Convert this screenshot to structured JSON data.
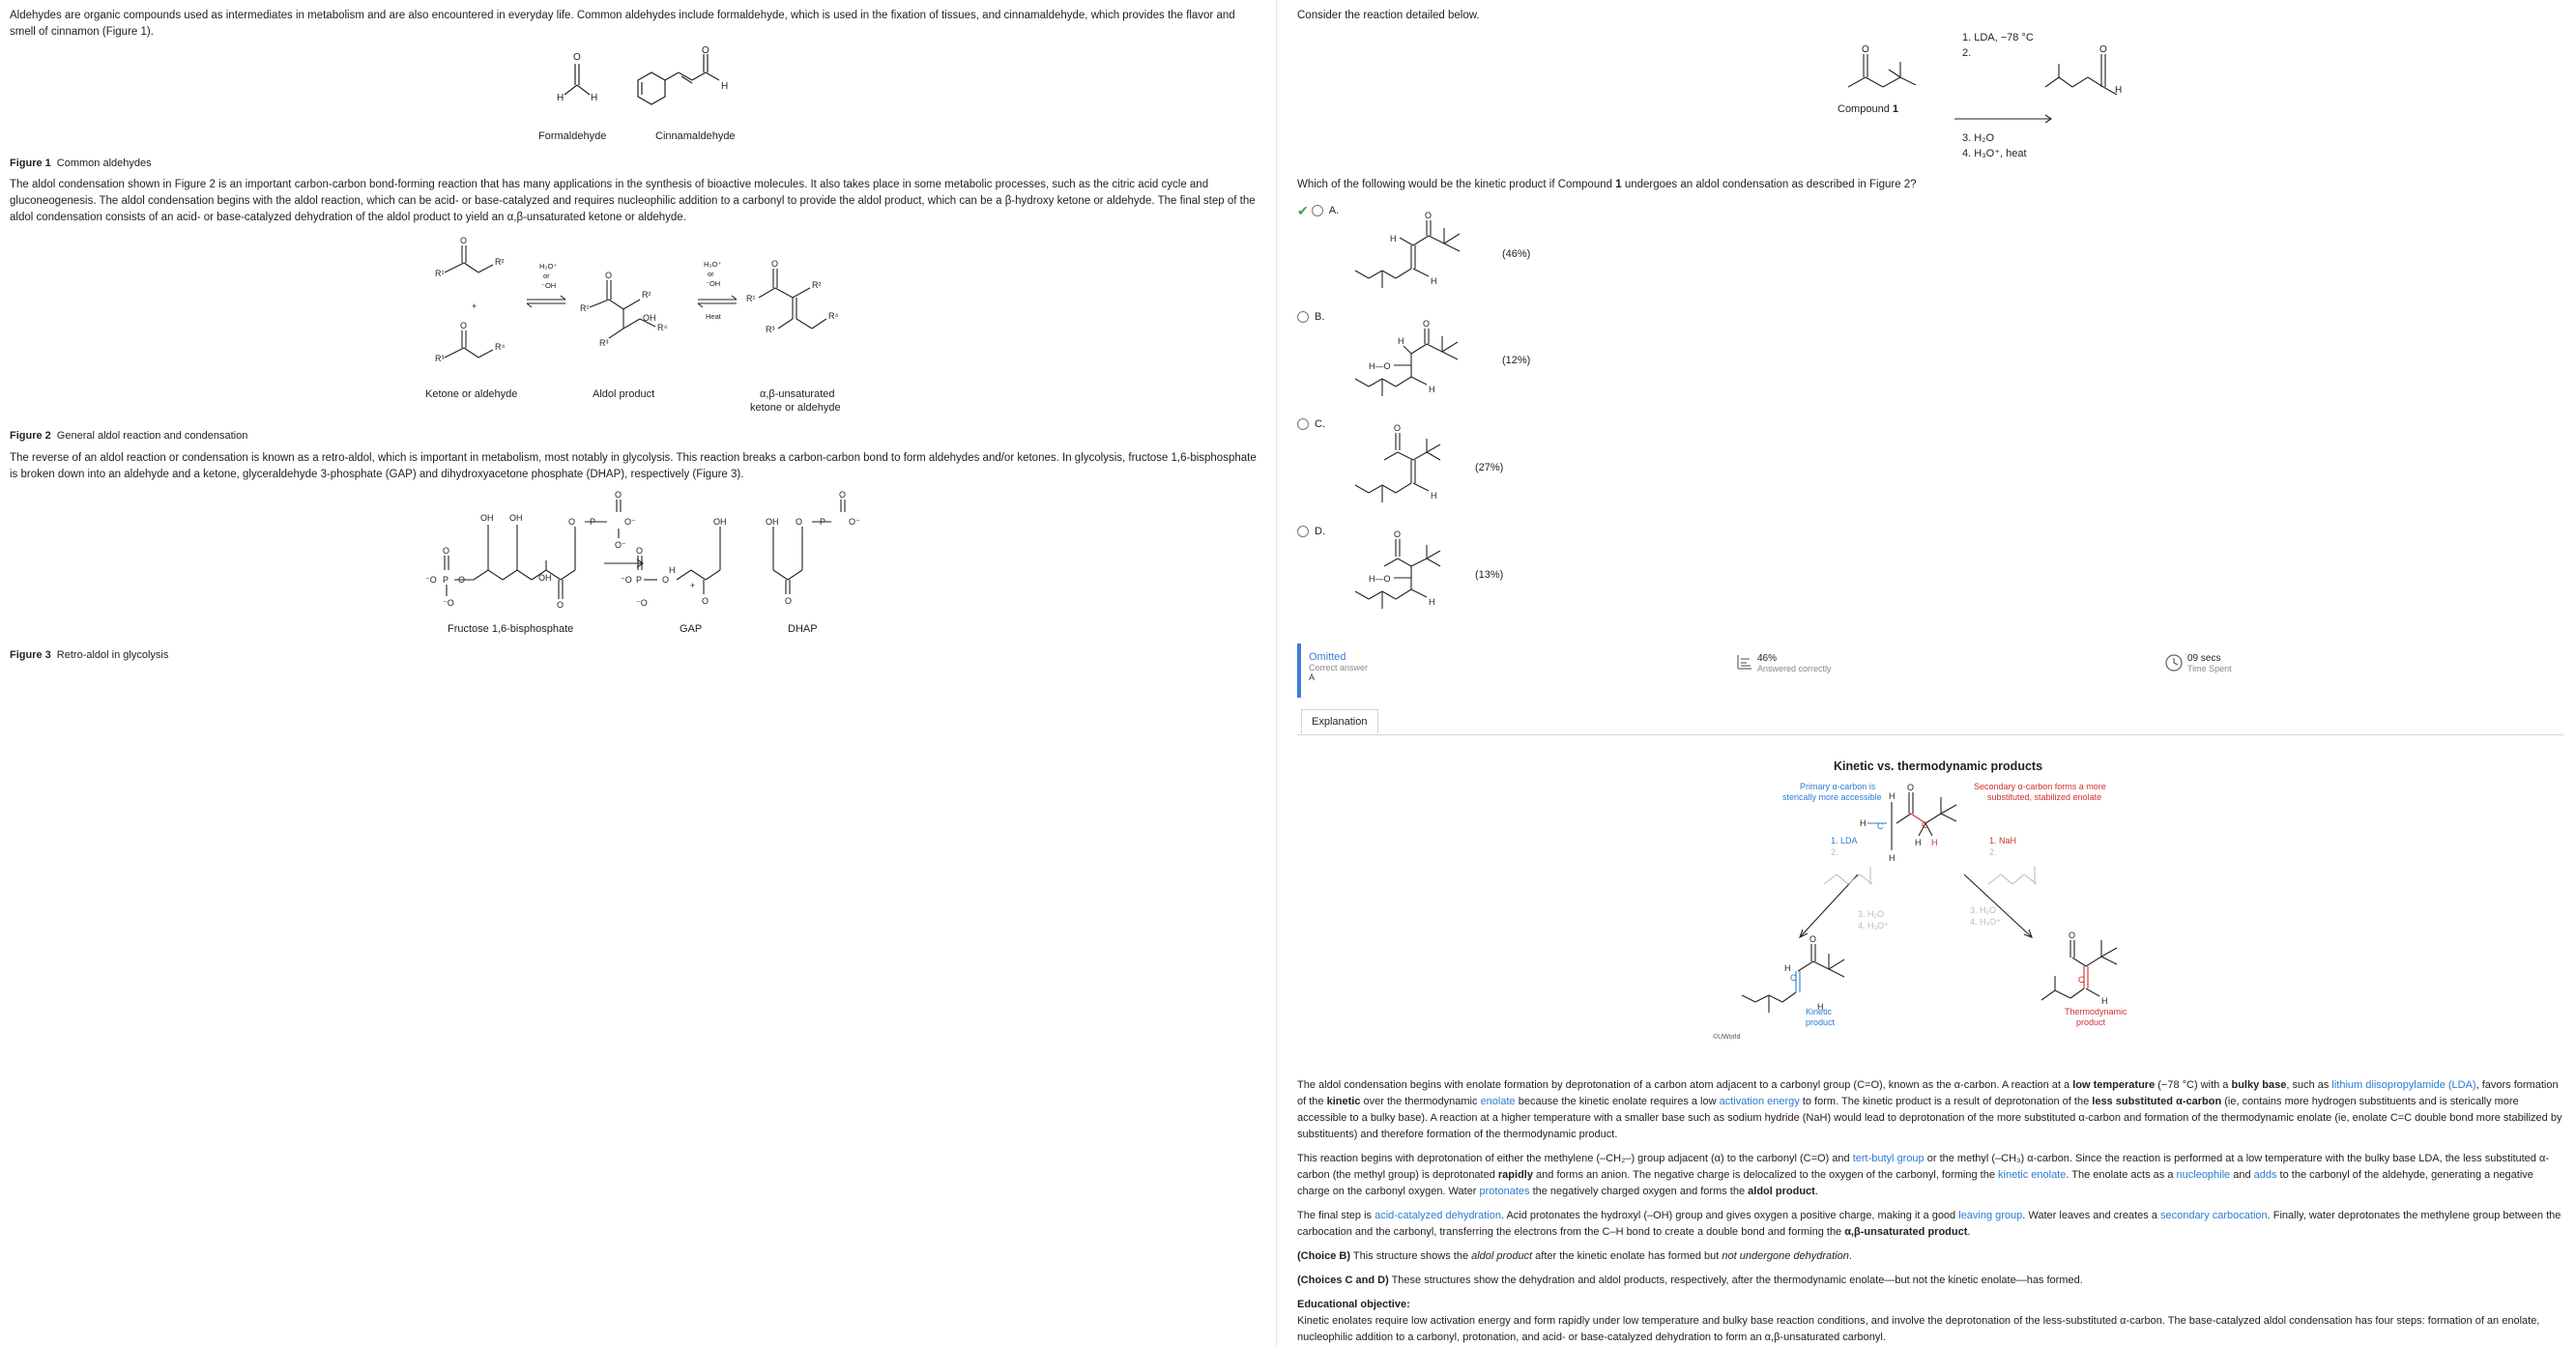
{
  "left": {
    "intro": "Aldehydes are organic compounds used as intermediates in metabolism and are also encountered in everyday life.  Common aldehydes include formaldehyde, which is used in the fixation of tissues, and cinnamaldehyde, which provides the flavor and smell of cinnamon (Figure 1).",
    "fig1": {
      "labels": [
        "Formaldehyde",
        "Cinnamaldehyde"
      ],
      "caption_num": "Figure 1",
      "caption_text": "Common aldehydes"
    },
    "para2": "The aldol condensation shown in Figure 2 is an important carbon-carbon bond-forming reaction that has many applications in the synthesis of bioactive molecules.  It also takes place in some metabolic processes, such as the citric acid cycle and gluconeogenesis.  The aldol condensation begins with the aldol reaction, which can be acid- or base-catalyzed and requires nucleophilic addition to a carbonyl to provide the aldol product, which can be a β-hydroxy ketone or aldehyde.  The final step of the aldol condensation consists of an acid- or base-catalyzed dehydration of the aldol product to yield an α,β-unsaturated ketone or aldehyde.",
    "fig2": {
      "labels": [
        "Ketone or aldehyde",
        "Aldol product",
        "α,β-unsaturated",
        "ketone or aldehyde"
      ],
      "reagents1": [
        "H₃O⁺",
        "or",
        "⁻OH"
      ],
      "reagents2": [
        "H₃O⁺",
        "or",
        "⁻OH",
        "Heat"
      ],
      "caption_num": "Figure 2",
      "caption_text": "General aldol reaction and condensation"
    },
    "para3": "The reverse of an aldol reaction or condensation is known as a retro-aldol, which is important in metabolism, most notably in glycolysis.  This reaction breaks a carbon-carbon bond to form aldehydes and/or ketones.  In glycolysis, fructose 1,6-bisphosphate is broken down into an aldehyde and a ketone, glyceraldehyde 3-phosphate (GAP) and dihydroxyacetone phosphate (DHAP), respectively (Figure 3).",
    "fig3": {
      "labels": [
        "Fructose 1,6-bisphosphate",
        "GAP",
        "DHAP"
      ],
      "caption_num": "Figure 3",
      "caption_text": "Retro-aldol in glycolysis"
    }
  },
  "right": {
    "stem": "Consider the reaction detailed below.",
    "compound_label": "Compound ",
    "compound_num": "1",
    "conditions": [
      "1.  LDA, −78 °C",
      "2.",
      "3.  H₂O",
      "4.  H₃O⁺, heat"
    ],
    "question_a": "Which of the following would be the kinetic product if Compound ",
    "question_num": "1",
    "question_b": " undergoes an aldol condensation as described in Figure 2?",
    "choices": [
      {
        "letter": "A.",
        "pct": "(46%)",
        "correct": true
      },
      {
        "letter": "B.",
        "pct": "(12%)",
        "correct": false
      },
      {
        "letter": "C.",
        "pct": "(27%)",
        "correct": false
      },
      {
        "letter": "D.",
        "pct": "(13%)",
        "correct": false
      }
    ],
    "stats": {
      "omitted": "Omitted",
      "correct_answer_label": "Correct answer",
      "correct_answer": "A",
      "answered_pct": "46%",
      "answered_label": "Answered correctly",
      "time": "09 secs",
      "time_label": "Time Spent"
    },
    "tab_label": "Explanation",
    "expl_fig": {
      "title": "Kinetic vs. thermodynamic products",
      "primary_note": [
        "Primary α-carbon is",
        "sterically more accessible"
      ],
      "secondary_note": [
        "Secondary α-carbon forms a more",
        "substituted, stabilized enolate"
      ],
      "kinetic_reagents": [
        "1.  LDA",
        "2.",
        "3.  H₂O",
        "4.  H₃O⁺"
      ],
      "thermo_reagents": [
        "1.  NaH",
        "2.",
        "3.  H₂O",
        "4.  H₃O⁺"
      ],
      "kinetic_label": [
        "Kinetic",
        "product"
      ],
      "thermo_label": [
        "Thermodynamic",
        "product"
      ],
      "copyright": "©UWorld"
    },
    "expl": {
      "p1_a": "The aldol condensation begins with enolate formation by deprotonation of a carbon atom adjacent to a carbonyl group (C=O), known as the α-carbon.  A reaction at a ",
      "p1_b": "low temperature",
      "p1_c": " (−78 °C) with a ",
      "p1_d": "bulky base",
      "p1_e": ", such as ",
      "p1_f": "lithium diisopropylamide (LDA)",
      "p1_g": ", favors formation of the ",
      "p1_h": "kinetic",
      "p1_i": " over the thermodynamic ",
      "p1_j": "enolate",
      "p1_k": " because the kinetic enolate requires a low ",
      "p1_l": "activation energy",
      "p1_m": " to form.  The kinetic product is a result of deprotonation of the ",
      "p1_n": "less substituted α-carbon",
      "p1_o": " (ie, contains more hydrogen substituents and is sterically more accessible to a bulky base).  A reaction at a higher temperature with a smaller base such as sodium hydride (NaH) would lead to deprotonation of the more substituted α-carbon and formation of the thermodynamic enolate (ie, enolate C=C double bond more stabilized by substituents) and therefore formation of the thermodynamic product.",
      "p2_a": "This reaction begins with deprotonation of either the methylene (–CH₂–) group adjacent (α) to the carbonyl (C=O) and ",
      "p2_b": "tert-butyl group",
      "p2_c": " or the methyl (–CH₃) α-carbon.  Since the reaction is performed at a low temperature with the bulky base LDA, the less substituted α-carbon (the methyl group) is deprotonated ",
      "p2_d": "rapidly",
      "p2_e": " and forms an anion.  The negative charge is delocalized to the oxygen of the carbonyl, forming the ",
      "p2_f": "kinetic enolate",
      "p2_g": ".  The enolate acts as a ",
      "p2_h": "nucleophile",
      "p2_i": " and ",
      "p2_j": "adds",
      "p2_k": " to the carbonyl of the aldehyde, generating a negative charge on the carbonyl oxygen.  Water ",
      "p2_l": "protonates",
      "p2_m": " the negatively charged oxygen and forms the ",
      "p2_n": "aldol product",
      "p2_o": ".",
      "p3_a": "The final step is ",
      "p3_b": "acid-catalyzed dehydration",
      "p3_c": ".  Acid protonates the hydroxyl (–OH) group and gives oxygen a positive charge, making it a good ",
      "p3_d": "leaving group",
      "p3_e": ".  Water leaves and creates a ",
      "p3_f": "secondary carbocation",
      "p3_g": ".  Finally, water deprotonates the methylene group between the carbocation and the carbonyl, transferring the electrons from the C–H bond to create a double bond and forming the ",
      "p3_h": "α,β-unsaturated product",
      "p3_i": ".",
      "p4_a": "(Choice B)",
      "p4_b": "  This structure shows the ",
      "p4_c": "aldol product",
      "p4_d": " after the kinetic enolate has formed but ",
      "p4_e": "not undergone dehydration",
      "p4_f": ".",
      "p5_a": "(Choices C and D)",
      "p5_b": "  These structures show the dehydration and aldol products, respectively, after the thermodynamic enolate—but not the kinetic enolate—has formed.",
      "obj_title": "Educational objective:",
      "obj_text": "Kinetic enolates require low activation energy and form rapidly under low temperature and bulky base reaction conditions, and involve the deprotonation of the less-substituted α-carbon.  The base-catalyzed aldol condensation has four steps:  formation of an enolate, nucleophilic addition to a carbonyl, protonation, and acid- or base-catalyzed dehydration to form an α,β-unsaturated carbonyl."
    }
  }
}
